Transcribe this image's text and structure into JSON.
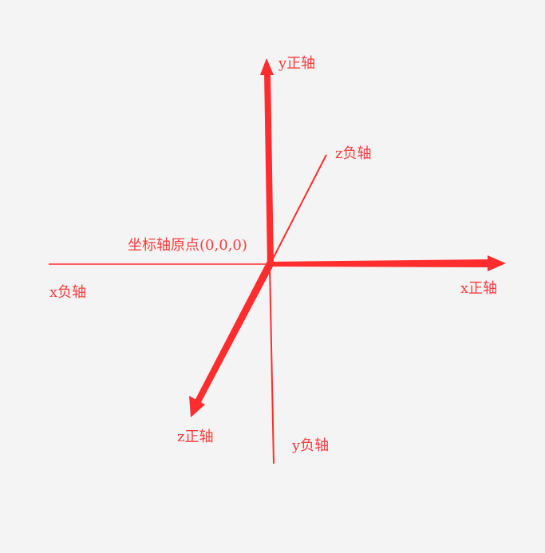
{
  "diagram": {
    "labels": {
      "y_positive": "y正轴",
      "y_negative": "y负轴",
      "x_positive": "x正轴",
      "x_negative": "x负轴",
      "z_positive": "z正轴",
      "z_negative": "z负轴",
      "origin": "坐标轴原点(0,0,0)"
    },
    "colors": {
      "axis": "#ff2d2d",
      "label": "#ff3b3b",
      "background": "#f4f4f4"
    }
  }
}
